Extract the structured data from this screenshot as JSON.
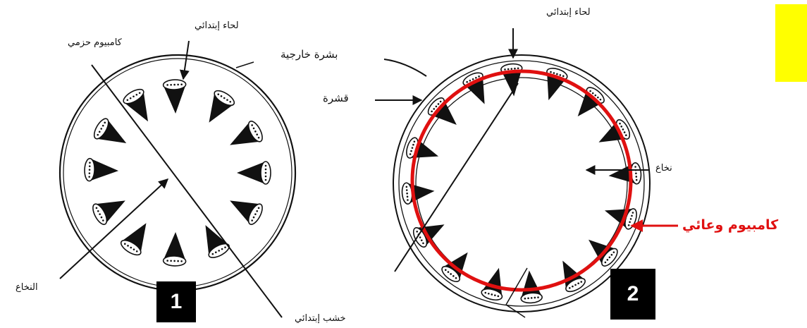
{
  "colors": {
    "ink": "#111111",
    "highlight_ring": "#e01010",
    "highlight_label": "#e01010",
    "sticky_box": "#ffff00",
    "number_box_bg": "#000000",
    "number_box_text": "#ffffff"
  },
  "figure_1": {
    "label_primary_phloem": "لحاء إبتدائي",
    "label_fascicular_cambium": "كامبيوم حزمي",
    "label_pith": "النخاع",
    "label_primary_xylem": "خشب إبتدائي",
    "number": "1"
  },
  "figure_2": {
    "label_primary_phloem": "لحاء إبتدائي",
    "label_epidermis": "بشرة خارجية",
    "label_cortex": "قشرة",
    "label_pith": "نخاع",
    "label_vascular_cambium": "كامبيوم وعائي",
    "number": "2"
  }
}
